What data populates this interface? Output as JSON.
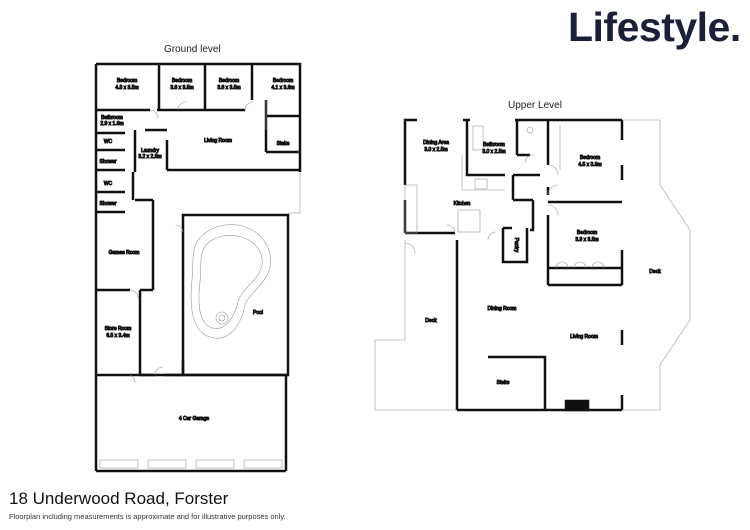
{
  "brand": {
    "name": "Lifestyle.",
    "color": "#1b2038"
  },
  "property": {
    "address": "18 Underwood Road, Forster",
    "disclaimer": "Floorplan including measurements is approximate and for illustrative purposes only."
  },
  "ground_level": {
    "title": "Ground level",
    "rooms": [
      {
        "id": "bed1",
        "name": "Bedroom",
        "size": "4.8 x 3.5m"
      },
      {
        "id": "bed2",
        "name": "Bedroom",
        "size": "3.6 x 3.5m"
      },
      {
        "id": "bed3",
        "name": "Bedroom",
        "size": "3.6 x 3.5m"
      },
      {
        "id": "bed4",
        "name": "Bedroom",
        "size": "4.1 x 3.6m"
      },
      {
        "id": "bath",
        "name": "Bathroom",
        "size": "2.9 x 1.6m"
      },
      {
        "id": "wc1",
        "name": "WC",
        "size": ""
      },
      {
        "id": "shower1",
        "name": "Shower",
        "size": ""
      },
      {
        "id": "wc2",
        "name": "WC",
        "size": ""
      },
      {
        "id": "shower2",
        "name": "Shower",
        "size": ""
      },
      {
        "id": "laundry",
        "name": "Laundry",
        "size": "3.2 x 2.8m"
      },
      {
        "id": "living",
        "name": "Living Room",
        "size": ""
      },
      {
        "id": "stairs",
        "name": "Stairs",
        "size": ""
      },
      {
        "id": "games",
        "name": "Games Room",
        "size": ""
      },
      {
        "id": "store",
        "name": "Store Room",
        "size": "6.5 x 3.4m"
      },
      {
        "id": "pool",
        "name": "Pool",
        "size": ""
      },
      {
        "id": "garage",
        "name": "4 Car Garage",
        "size": ""
      }
    ]
  },
  "upper_level": {
    "title": "Upper Level",
    "rooms": [
      {
        "id": "dining_area",
        "name": "Dining Area",
        "size": "3.0 x 2.5m"
      },
      {
        "id": "bathroom",
        "name": "Bathroom",
        "size": "3.0 x 2.5m"
      },
      {
        "id": "bed1",
        "name": "Bedroom",
        "size": "4.5 x 3.9m"
      },
      {
        "id": "bed2",
        "name": "Bedroom",
        "size": "3.9 x 3.5m"
      },
      {
        "id": "kitchen",
        "name": "Kitchen",
        "size": ""
      },
      {
        "id": "pantry",
        "name": "Pantry",
        "size": ""
      },
      {
        "id": "deck_left",
        "name": "Deck",
        "size": ""
      },
      {
        "id": "deck_right",
        "name": "Deck",
        "size": ""
      },
      {
        "id": "dining_room",
        "name": "Dining Room",
        "size": ""
      },
      {
        "id": "living_room",
        "name": "Living Room",
        "size": ""
      },
      {
        "id": "stairs",
        "name": "Stairs",
        "size": ""
      }
    ]
  }
}
